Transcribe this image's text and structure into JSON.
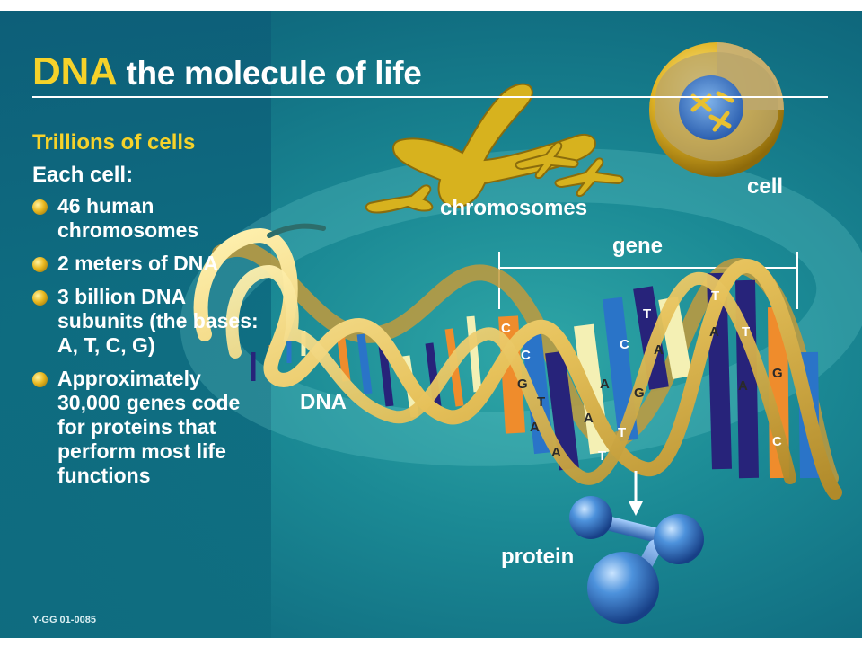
{
  "title": {
    "highlight": "DNA",
    "rest": "the molecule of life"
  },
  "heading": "Trillions of cells",
  "subheading": "Each cell:",
  "bullets": [
    {
      "text": "46 human chromosomes"
    },
    {
      "text": "2 meters of DNA"
    },
    {
      "text": "3 billion DNA subunits (the bases: A, T, C, G)"
    },
    {
      "text": "Approximately 30,000 genes code for proteins that perform most life functions"
    }
  ],
  "labels": {
    "chromosomes": "chromosomes",
    "cell": "cell",
    "gene": "gene",
    "dna": "DNA",
    "protein": "protein"
  },
  "bases": {
    "c": "C",
    "g": "G",
    "t": "T",
    "a": "A"
  },
  "footer_code": "Y-GG 01-0085",
  "colors": {
    "accent_yellow": "#f6d22a",
    "text_white": "#ffffff",
    "base_navy": "#27237a",
    "base_blue": "#2a74c8",
    "base_orange": "#ef8c2c",
    "base_cream": "#f4f0b4",
    "backbone_gold": "#e8c560",
    "protein_blue": "#3f86d6"
  }
}
